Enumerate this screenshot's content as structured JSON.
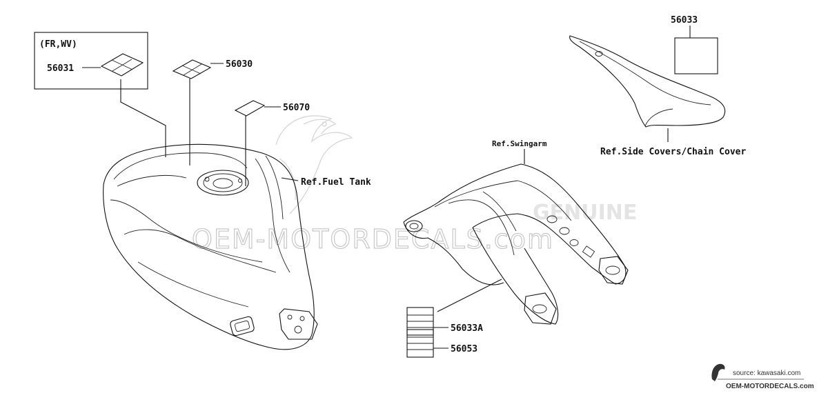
{
  "callout_box": {
    "header": "(FR,WV)"
  },
  "parts": {
    "p56031": "56031",
    "p56030": "56030",
    "p56070": "56070",
    "p56033": "56033",
    "p56033A": "56033A",
    "p56053": "56053"
  },
  "refs": {
    "fuel_tank": "Ref.Fuel Tank",
    "swingarm": "Ref.Swingarm",
    "side_covers": "Ref.Side Covers/Chain Cover"
  },
  "watermark": {
    "brand": "OEM-MOTORDECALS.com",
    "genuine": "GENUINE"
  },
  "source": {
    "line1": "source: kawasaki.com",
    "line2": "OEM-MOTORDECALS.com"
  }
}
